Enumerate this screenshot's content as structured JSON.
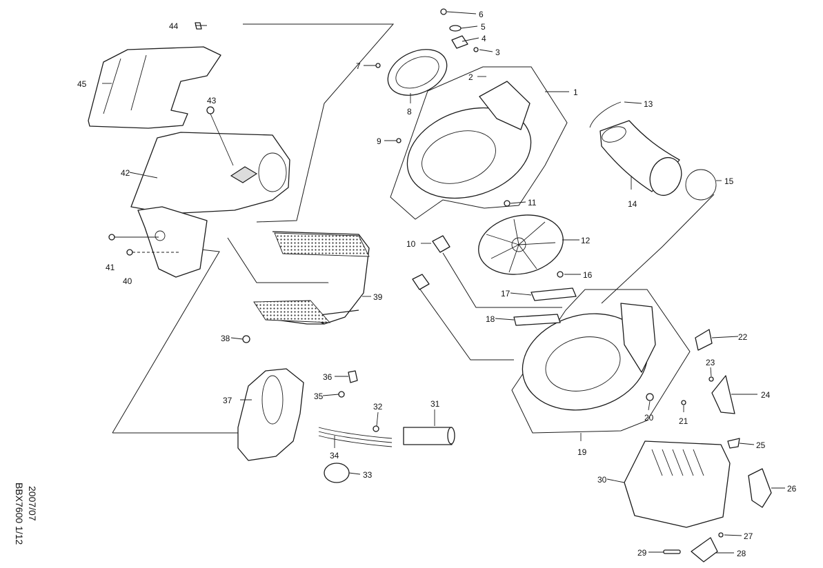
{
  "diagram": {
    "type": "exploded-parts-diagram",
    "side_text": {
      "date": "2007/07",
      "model_page": "BBX7600 1/12"
    },
    "callouts": [
      "1",
      "2",
      "3",
      "4",
      "5",
      "6",
      "7",
      "8",
      "9",
      "10",
      "11",
      "12",
      "13",
      "14",
      "15",
      "16",
      "17",
      "18",
      "19",
      "20",
      "21",
      "22",
      "23",
      "24",
      "25",
      "26",
      "27",
      "28",
      "29",
      "30",
      "31",
      "32",
      "33",
      "34",
      "35",
      "36",
      "37",
      "38",
      "39",
      "40",
      "41",
      "42",
      "43",
      "44",
      "45"
    ],
    "colors": {
      "line": "#1a1a1a",
      "background": "#ffffff",
      "shading": "#dcdcdc"
    }
  }
}
